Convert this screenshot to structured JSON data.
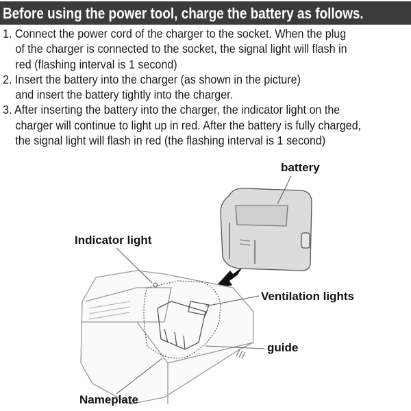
{
  "title": "Before using the power tool, charge the battery as follows.",
  "steps": [
    {
      "lines": [
        "1. Connect the power cord of the charger to the socket. When the plug",
        "of the charger is connected to the socket, the signal light will flash in",
        "red (flashing interval is 1 second)"
      ]
    },
    {
      "lines": [
        "2. Insert the battery into the charger (as shown in the picture)",
        "and insert the battery tightly into the charger."
      ]
    },
    {
      "lines": [
        "3. After inserting the battery into the charger, the indicator light on the",
        "charger will continue to light up in red. After the battery is fully charged,",
        "the signal light will flash in red (the flashing interval is 1 second)"
      ]
    }
  ],
  "labels": {
    "battery": "battery",
    "indicator_light": "Indicator light",
    "ventilation_lights": "Ventilation lights",
    "guide": "guide",
    "nameplate": "Nameplate"
  },
  "colors": {
    "title_bg": "#3b3b3b",
    "title_text": "#ffffff"
  }
}
